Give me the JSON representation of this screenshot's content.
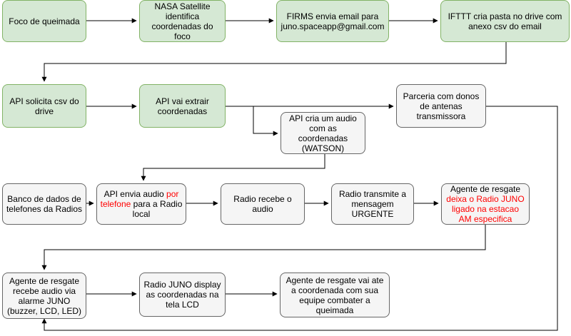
{
  "nodes": {
    "n1": {
      "text": "Foco de queimada"
    },
    "n2": {
      "text": "NASA Satellite identifica coordenadas do foco"
    },
    "n3": {
      "text": "FIRMS envia email para juno.spaceapp@gmail.com"
    },
    "n4": {
      "text": "IFTTT cria pasta no drive com anexo csv do email"
    },
    "n5": {
      "text": "API solicita csv do drive"
    },
    "n6": {
      "text": "API vai extrair coordenadas"
    },
    "n7": {
      "text": "Parceria com donos de antenas transmissora"
    },
    "n8": {
      "text": "API cria um audio com as coordenadas (WATSON)"
    },
    "n9": {
      "text": "Banco de dados de telefones da Radios"
    },
    "n10": {
      "part1": "API envia audio ",
      "part2": "por telefone",
      "part3": " para a Radio local"
    },
    "n11": {
      "text": "Radio recebe o audio"
    },
    "n12": {
      "text": "Radio transmite a mensagem URGENTE"
    },
    "n13": {
      "part1": "Agente de resgate ",
      "part2": "deixa o Radio JUNO ligado na estacao AM especifica"
    },
    "n14": {
      "text": "Agente de resgate recebe audio via alarme JUNO (buzzer, LCD, LED)"
    },
    "n15": {
      "text": "Radio JUNO display as coordenadas na tela LCD"
    },
    "n16": {
      "text": "Agente de resgate vai ate a coordenada com sua equipe combater a queimada"
    }
  },
  "colors": {
    "green_fill": "#d5e8d4",
    "green_stroke": "#82b366",
    "grey_fill": "#f5f5f5",
    "grey_stroke": "#666666",
    "highlight": "#ff0000"
  }
}
